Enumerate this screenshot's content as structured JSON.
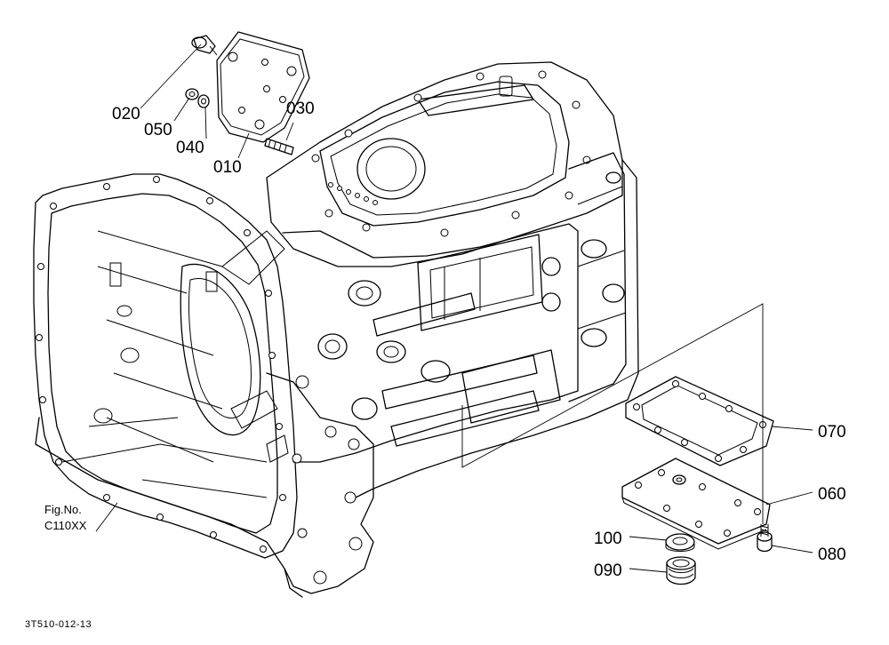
{
  "labels": {
    "p010": "010",
    "p020": "020",
    "p030": "030",
    "p040": "040",
    "p050": "050",
    "p060": "060",
    "p070": "070",
    "p080": "080",
    "p090": "090",
    "p100": "100"
  },
  "fig": {
    "line1": "Fig.No.",
    "line2": "C110XX"
  },
  "drawing_code": "3T510-012-13"
}
